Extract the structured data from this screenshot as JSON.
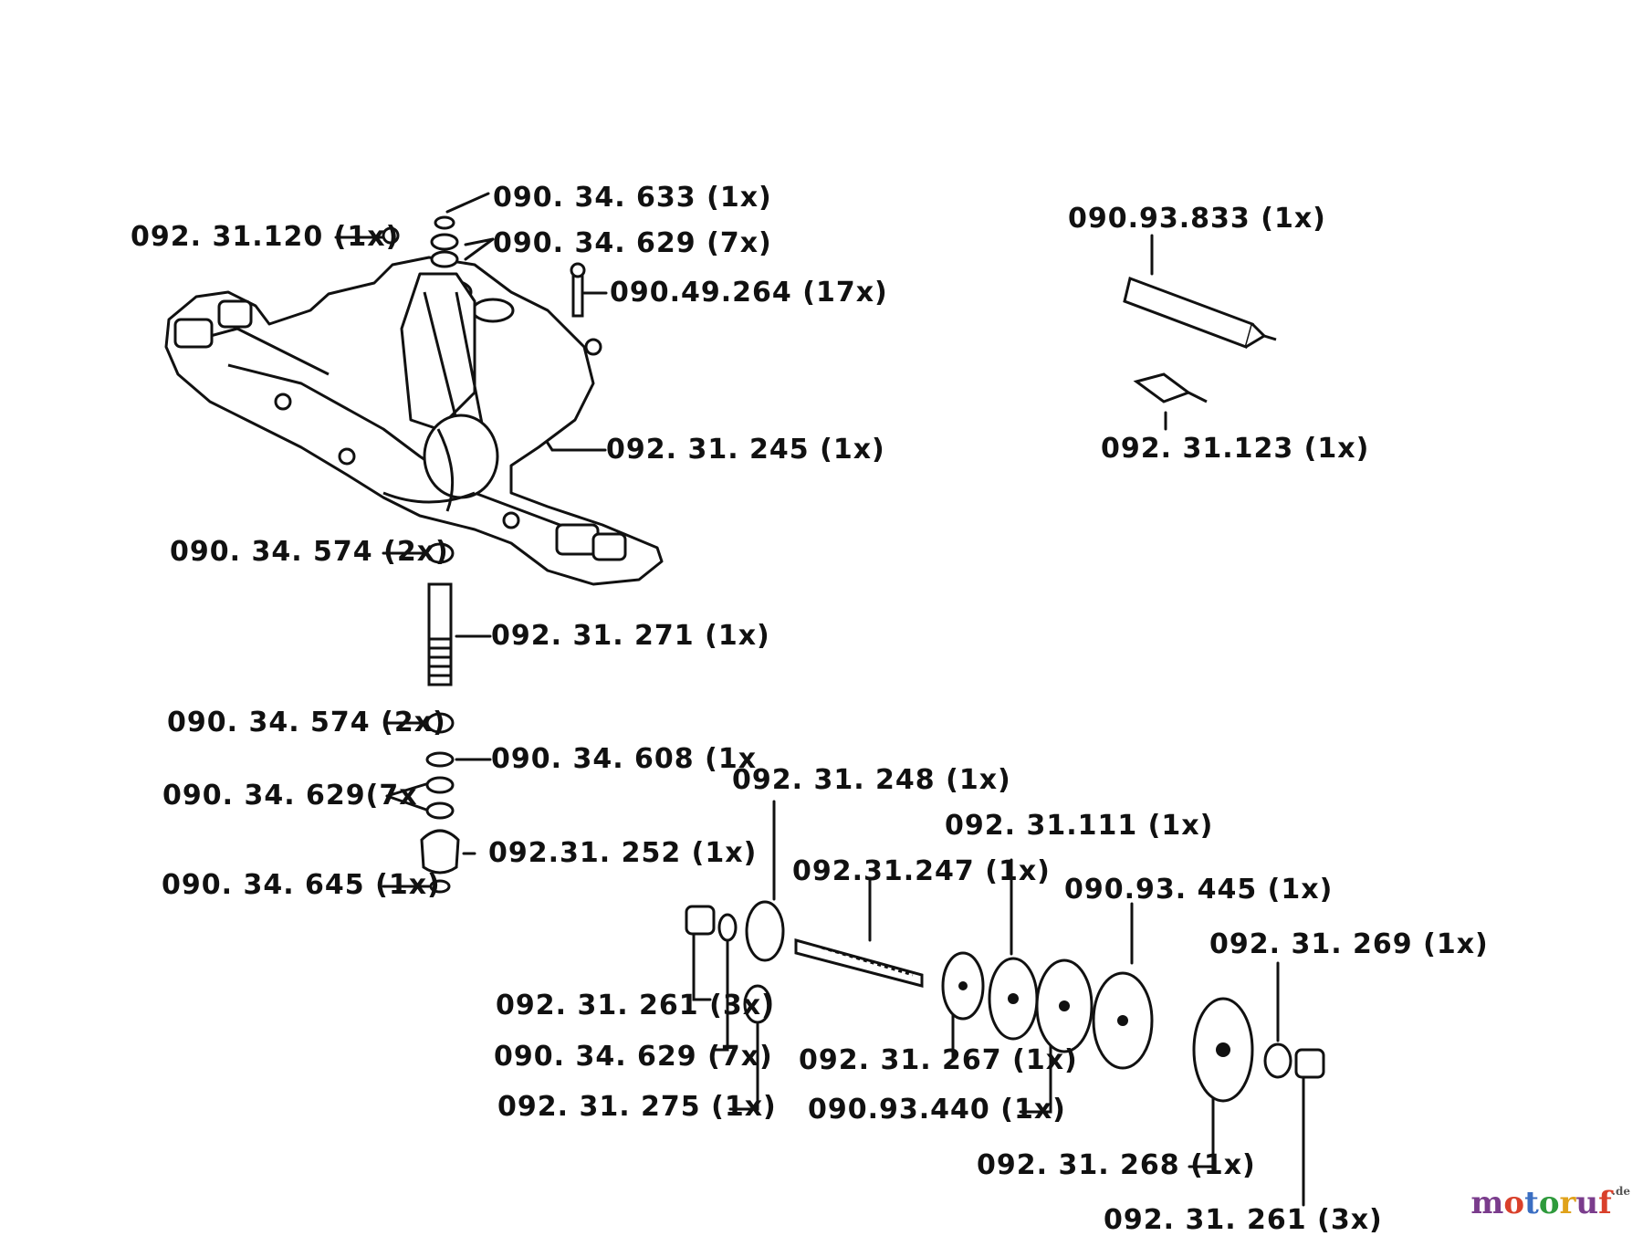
{
  "parts": [
    {
      "id": "090.34.633",
      "label": "090. 34. 633 (1x)"
    },
    {
      "id": "092.31.120",
      "label": "092. 31.120 (1x)"
    },
    {
      "id": "090.34.629",
      "label": "090. 34. 629 (7x)"
    },
    {
      "id": "090.49.264",
      "label": "090.49.264  (17x)"
    },
    {
      "id": "092.31.245",
      "label": "092. 31. 245 (1x)"
    },
    {
      "id": "090.34.574",
      "label": "090. 34. 574 (2x)"
    },
    {
      "id": "092.31.271",
      "label": "092. 31. 271 (1x)"
    },
    {
      "id": "090.34.574",
      "label": "090. 34. 574 (2x)"
    },
    {
      "id": "090.34.608",
      "label": "090. 34. 608 (1x"
    },
    {
      "id": "090.34.629",
      "label": "090. 34. 629(7x"
    },
    {
      "id": "092.31.252",
      "label": "092.31. 252 (1x)"
    },
    {
      "id": "090.34.645",
      "label": "090. 34. 645 (1x)"
    },
    {
      "id": "090.93.833",
      "label": "090.93.833 (1x)"
    },
    {
      "id": "092.31.123",
      "label": "092. 31.123 (1x)"
    },
    {
      "id": "092.31.248",
      "label": "092. 31. 248 (1x)"
    },
    {
      "id": "092.31.111",
      "label": "092. 31.111 (1x)"
    },
    {
      "id": "092.31.247",
      "label": "092.31.247 (1x)"
    },
    {
      "id": "090.93.445",
      "label": "090.93. 445  (1x)"
    },
    {
      "id": "092.31.269",
      "label": "092. 31. 269 (1x)"
    },
    {
      "id": "092.31.261",
      "label": "092. 31. 261  (3x)"
    },
    {
      "id": "090.34.629",
      "label": "090.  34. 629  (7x)"
    },
    {
      "id": "092.31.267",
      "label": "092. 31. 267 (1x)"
    },
    {
      "id": "092.31.275",
      "label": "092. 31. 275  (1x)"
    },
    {
      "id": "090.93.440",
      "label": "090.93.440 (1x)"
    },
    {
      "id": "092.31.268",
      "label": "092. 31. 268 (1x)"
    },
    {
      "id": "092.31.261",
      "label": "092. 31. 261 (3x)"
    }
  ],
  "watermark": {
    "text": "motoruf",
    "tld": ".de",
    "colors": [
      "#7a3c8c",
      "#d9402b",
      "#3a6ec2",
      "#2e9a3c",
      "#e0a21b",
      "#7a3c8c",
      "#d9402b"
    ]
  }
}
